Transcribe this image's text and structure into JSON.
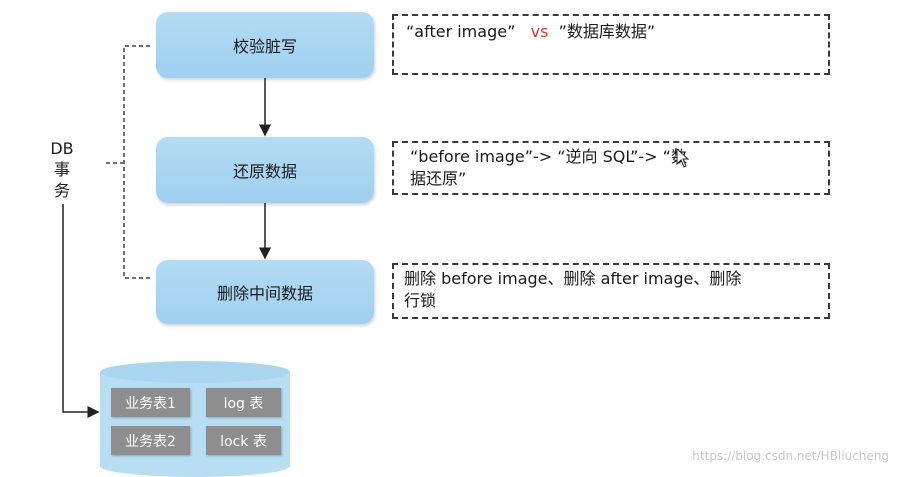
{
  "steps": [
    {
      "label": "校验脏写"
    },
    {
      "label": "还原数据"
    },
    {
      "label": "删除中间数据"
    }
  ],
  "notes": {
    "note1": {
      "part1": "“after  image”",
      "vs": "vs",
      "part2": "”数据库数据”"
    },
    "note2": {
      "line1": "“before image”-> “逆向 SQL”-> “数",
      "line2": "据还原”"
    },
    "note3": {
      "line1": "删除 before image、删除 after image、删除",
      "line2": "行锁"
    }
  },
  "db_transaction": {
    "line1": "DB",
    "line2": "事",
    "line3": "务"
  },
  "database": {
    "tables": [
      "业务表1",
      "log 表",
      "业务表2",
      "lock 表"
    ]
  },
  "watermark": "https://blog.csdn.net/HBliucheng",
  "colors": {
    "step_fill": "#a6d4f2",
    "vs_text": "#e0332a",
    "table_fill": "#8e8e8e",
    "db_fill": "#b8def4"
  }
}
